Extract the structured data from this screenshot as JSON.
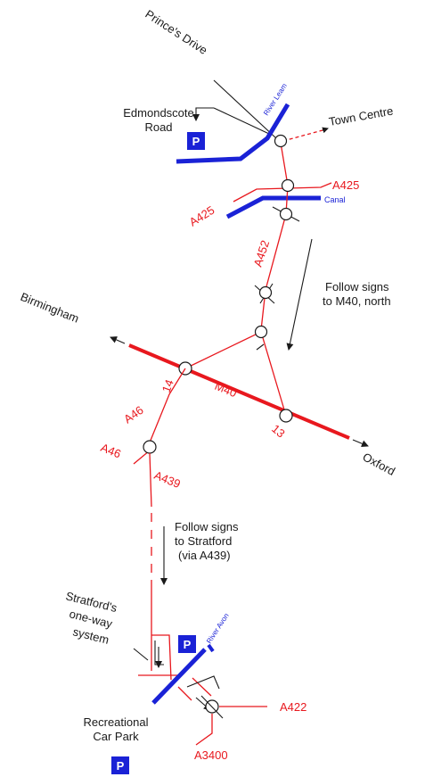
{
  "map": {
    "labels": {
      "princes_drive": "Prince's Drive",
      "river_leam": "River Leam",
      "town_centre": "Town Centre",
      "edmondscote_line1": "Edmondscote",
      "edmondscote_line2": "Road",
      "a425_east": "A425",
      "a425_west": "A425",
      "canal": "Canal",
      "a452": "A452",
      "follow_m40_line1": "Follow signs",
      "follow_m40_line2": "to M40, north",
      "birmingham": "Birmingham",
      "j14": "14",
      "m40": "M40",
      "j13": "13",
      "a46_upper": "A46",
      "a46_lower": "A46",
      "a439": "A439",
      "oxford": "Oxford",
      "follow_stratford_line1": "Follow signs",
      "follow_stratford_line2": "to Stratford",
      "follow_stratford_line3": "(via A439)",
      "oneway_line1": "Stratford's",
      "oneway_line2": "one-way",
      "oneway_line3": "system",
      "river_avon": "River Avon",
      "a422": "A422",
      "a3400": "A3400",
      "rec_line1": "Recreational",
      "rec_line2": "Car Park"
    },
    "parking": {
      "symbol": "P",
      "fill_color": "#1a22d6"
    },
    "colors": {
      "road": "#e8181e",
      "river": "#1a22d6",
      "minor_road": "#1a1a1a"
    }
  }
}
